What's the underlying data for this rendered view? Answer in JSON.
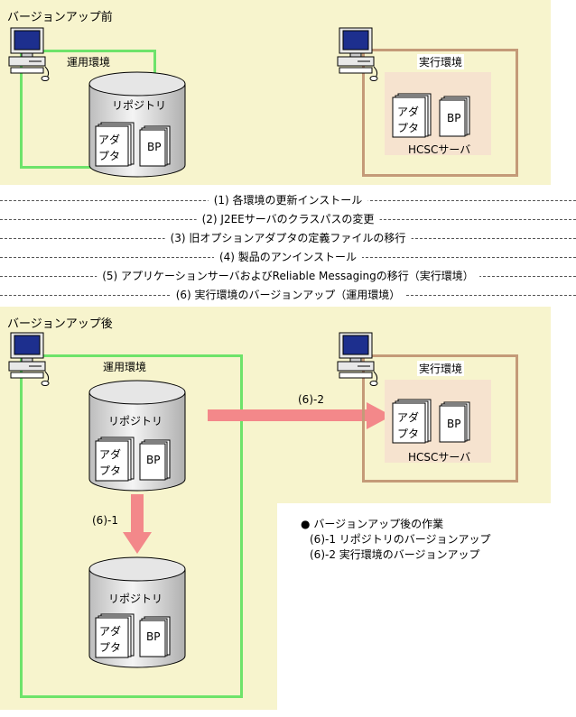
{
  "before": {
    "title": "バージョンアップ前",
    "ops_env_label": "運用環境",
    "exec_env_label": "実行環境",
    "repository_label": "リポジトリ",
    "adapter_label_line1": "アダ",
    "adapter_label_line2": "プタ",
    "bp_label": "BP",
    "hcsc_server_label": "HCSCサーバ"
  },
  "steps": [
    {
      "label": "(1) 各環境の更新インストール"
    },
    {
      "label": "(2) J2EEサーバのクラスパスの変更"
    },
    {
      "label": "(3) 旧オプションアダプタの定義ファイルの移行"
    },
    {
      "label": "(4) 製品のアンインストール"
    },
    {
      "label": "(5) アプリケーションサーバおよびReliable Messagingの移行（実行環境）"
    },
    {
      "label": "(6) 実行環境のバージョンアップ（運用環境）"
    }
  ],
  "after": {
    "title": "バージョンアップ後",
    "ops_env_label": "運用環境",
    "exec_env_label": "実行環境",
    "repository_label": "リポジトリ",
    "adapter_label_line1": "アダ",
    "adapter_label_line2": "プタ",
    "bp_label": "BP",
    "hcsc_server_label": "HCSCサーバ",
    "arrow_right_label": "(6)-2",
    "arrow_down_label": "(6)-1"
  },
  "legend": {
    "bullet": "●",
    "title": "バージョンアップ後の作業",
    "item1": "(6)-1 リポジトリのバージョンアップ",
    "item2": "(6)-2 実行環境のバージョンアップ"
  },
  "colors": {
    "panel_bg": "#f7f4cd",
    "ops_border": "#6ee36a",
    "exec_border": "#c49a78",
    "hcsc_bg": "#f6e3cf",
    "arrow": "#f3888a"
  }
}
